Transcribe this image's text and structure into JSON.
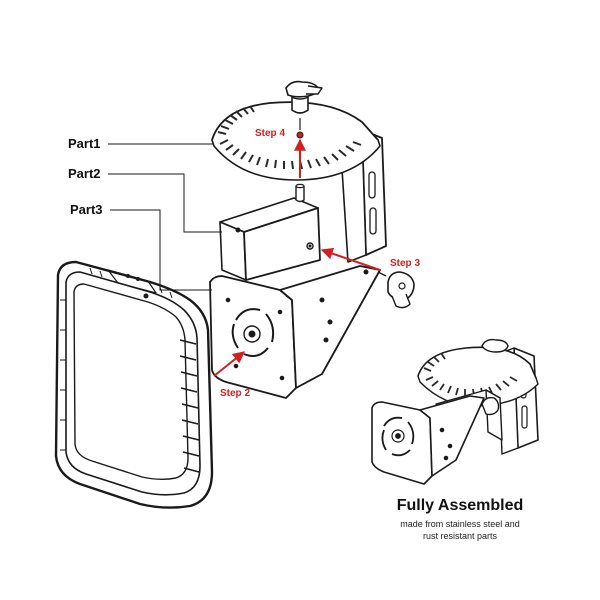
{
  "labels": {
    "part1": "Part1",
    "part2": "Part2",
    "part3": "Part3"
  },
  "steps": {
    "step1": "Step 4",
    "step2": "Step 3",
    "step3": "Step 2"
  },
  "caption": {
    "title": "Fully Assembled",
    "line1": "made from stainless steel and",
    "line2": "rust resistant parts"
  },
  "colors": {
    "step_text": "#d21f1f",
    "arrow": "#d21f1f",
    "line_art": "#1a1a1a",
    "hatch": "#2a2a2a"
  }
}
